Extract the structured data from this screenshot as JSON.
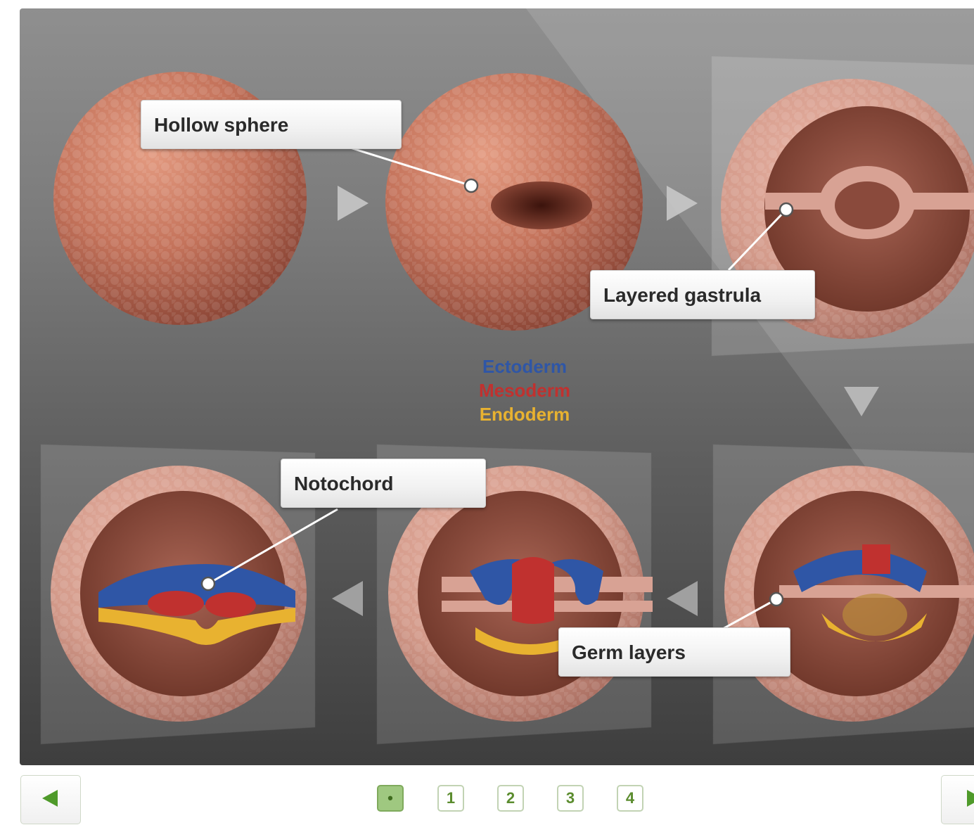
{
  "callouts": {
    "hollow_sphere": "Hollow sphere",
    "layered_gastrula": "Layered gastrula",
    "notochord": "Notochord",
    "germ_layers": "Germ layers"
  },
  "legend": {
    "ectoderm": "Ectoderm",
    "mesoderm": "Mesoderm",
    "endoderm": "Endoderm"
  },
  "colors": {
    "ectoderm": "#2f56a6",
    "mesoderm": "#c0312f",
    "endoderm": "#e8b230",
    "cell_surface": "#c97a62",
    "nav_accent": "#5b8c2e"
  },
  "pagination": {
    "active": "•",
    "pages": [
      "1",
      "2",
      "3",
      "4"
    ]
  },
  "icons": {
    "prev": "arrow-left-icon",
    "next": "arrow-right-icon"
  }
}
